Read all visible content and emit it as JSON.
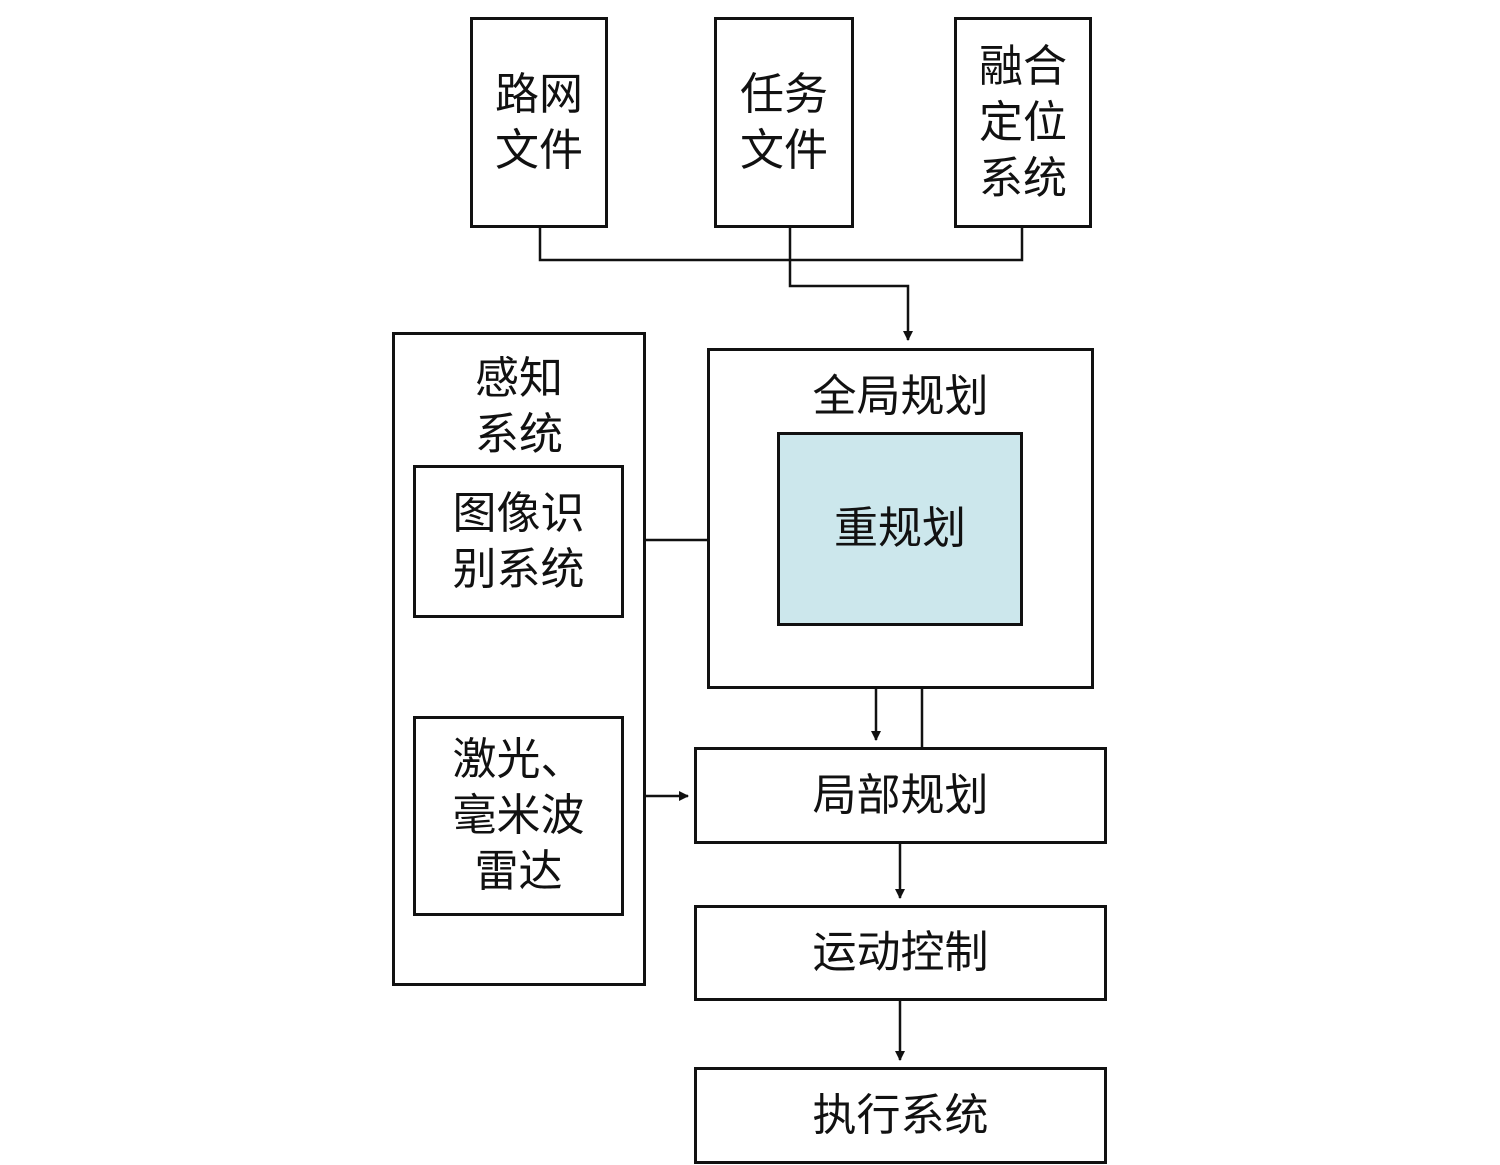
{
  "inputs": {
    "road_network": [
      "路网",
      "文件"
    ],
    "task": [
      "任务",
      "文件"
    ],
    "fused_positioning": [
      "融合",
      "定位",
      "系统"
    ]
  },
  "perception": {
    "title": [
      "感知",
      "系统"
    ],
    "image_recognition": [
      "图像识",
      "别系统"
    ],
    "radar": [
      "激光、",
      "毫米波",
      "雷达"
    ]
  },
  "planning": {
    "global": "全局规划",
    "replanning": "重规划",
    "local": "局部规划"
  },
  "motion_control": "运动控制",
  "execution": "执行系统",
  "colors": {
    "replanning_fill": "#cce7ec",
    "stroke": "#111111"
  }
}
